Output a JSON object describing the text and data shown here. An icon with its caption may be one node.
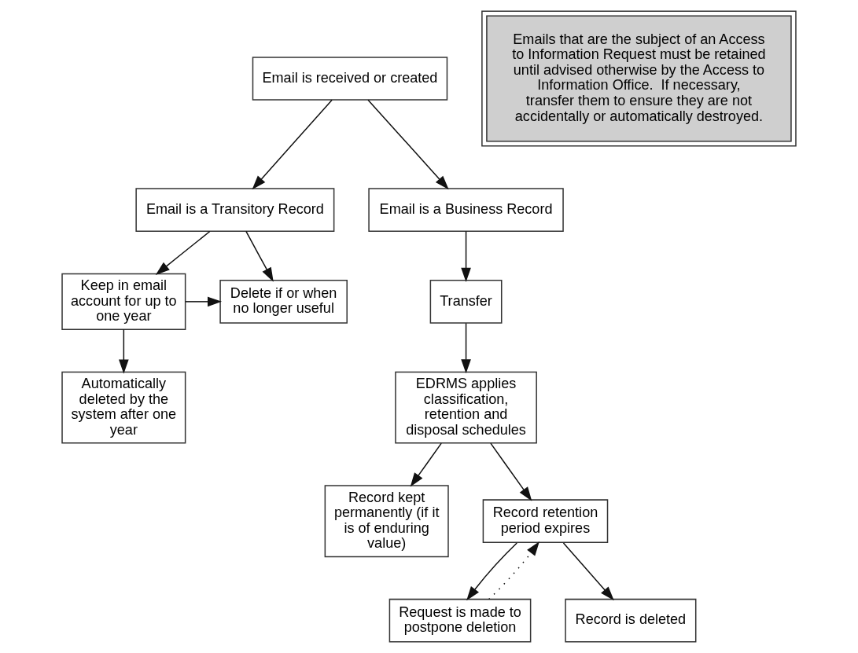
{
  "diagram": {
    "nodes": [
      {
        "text": [
          "Email is received or created"
        ]
      },
      {
        "text": [
          "Email is a Transitory Record"
        ]
      },
      {
        "text": [
          "Email is a Business Record"
        ]
      },
      {
        "text": [
          "Delete if or when no longer useful"
        ]
      },
      {
        "text": [
          "Keep in email account for up to one year"
        ]
      },
      {
        "text": [
          "Automatically deleted by the system after one year"
        ]
      },
      {
        "text": [
          "Transfer"
        ]
      },
      {
        "text": [
          "EDRMS applies classification, retention and disposal schedules"
        ]
      },
      {
        "text": [
          "Record kept permanently (if it is of enduring value)"
        ]
      },
      {
        "text": [
          "Record retention period expires"
        ]
      },
      {
        "text": [
          "Request is made to postpone deletion"
        ]
      },
      {
        "text": [
          "Record is deleted"
        ]
      },
      {
        "text": [
          "Emails that are the subject of an Access to Information Request must be retained until advised otherwise by the Access to Information Office.  If necessary, transfer them to ensure they are not accidentally or automatically destroyed."
        ]
      }
    ],
    "edges": [
      {
        "from": 0,
        "to": 1,
        "arrow": "to"
      },
      {
        "from": 0,
        "to": 2,
        "arrow": "to"
      },
      {
        "from": 1,
        "to": 3,
        "arrow": "to"
      },
      {
        "from": 1,
        "to": 4,
        "arrow": "to"
      },
      {
        "from": 4,
        "to": 3,
        "arrow": "to"
      },
      {
        "from": 4,
        "to": 5,
        "arrow": "to"
      },
      {
        "from": 2,
        "to": 6,
        "arrow": "to"
      },
      {
        "from": 6,
        "to": 7,
        "arrow": "to"
      },
      {
        "from": 7,
        "to": 8,
        "arrow": "to"
      },
      {
        "from": 7,
        "to": 9,
        "arrow": "to"
      },
      {
        "from": 9,
        "to": 10,
        "arrow": "to"
      },
      {
        "from": 9,
        "to": 11,
        "arrow": "to"
      },
      {
        "from": 10,
        "to": 9,
        "arrow": "to",
        "style": "dashed"
      }
    ]
  }
}
